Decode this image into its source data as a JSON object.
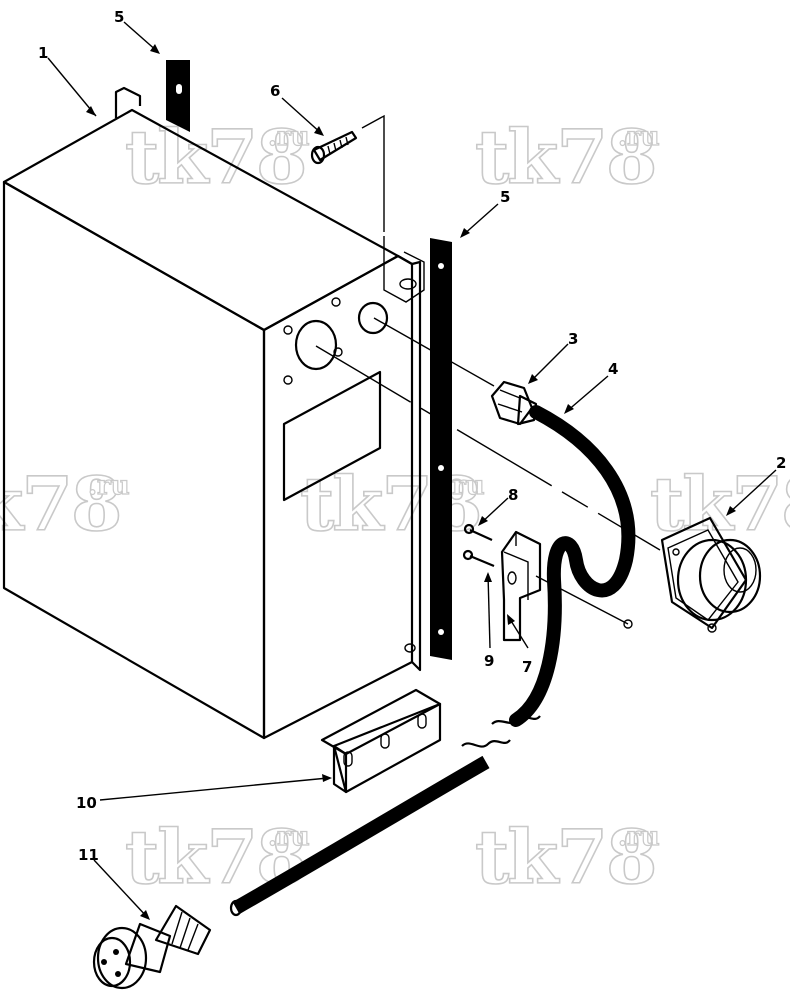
{
  "watermark": {
    "main": "tk78",
    "sup": ".ru"
  },
  "callouts": [
    {
      "id": "1",
      "label": "1"
    },
    {
      "id": "2",
      "label": "2"
    },
    {
      "id": "3",
      "label": "3"
    },
    {
      "id": "4",
      "label": "4"
    },
    {
      "id": "5a",
      "label": "5"
    },
    {
      "id": "5b",
      "label": "5"
    },
    {
      "id": "6",
      "label": "6"
    },
    {
      "id": "7",
      "label": "7"
    },
    {
      "id": "8",
      "label": "8"
    },
    {
      "id": "9",
      "label": "9"
    },
    {
      "id": "10",
      "label": "10"
    },
    {
      "id": "11",
      "label": "11"
    }
  ]
}
